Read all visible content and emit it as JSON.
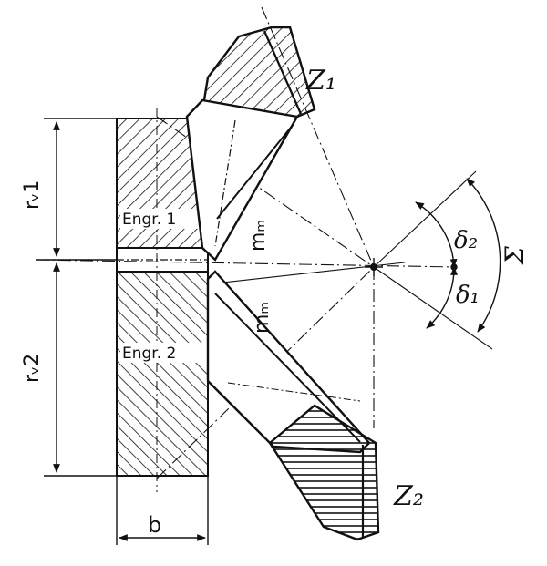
{
  "labels": {
    "r_v1": "rᵥ1",
    "r_v2": "rᵥ2",
    "gear1": "Engr. 1",
    "gear2": "Engr. 2",
    "z1": "Z₁",
    "z2": "Z₂",
    "m_m_upper": "mₘ",
    "m_m_lower": "mₘ",
    "delta2": "δ₂",
    "delta1": "δ₁",
    "sigma": "Σ",
    "b": "b"
  },
  "colors": {
    "ink": "#111111",
    "paper": "#ffffff"
  }
}
